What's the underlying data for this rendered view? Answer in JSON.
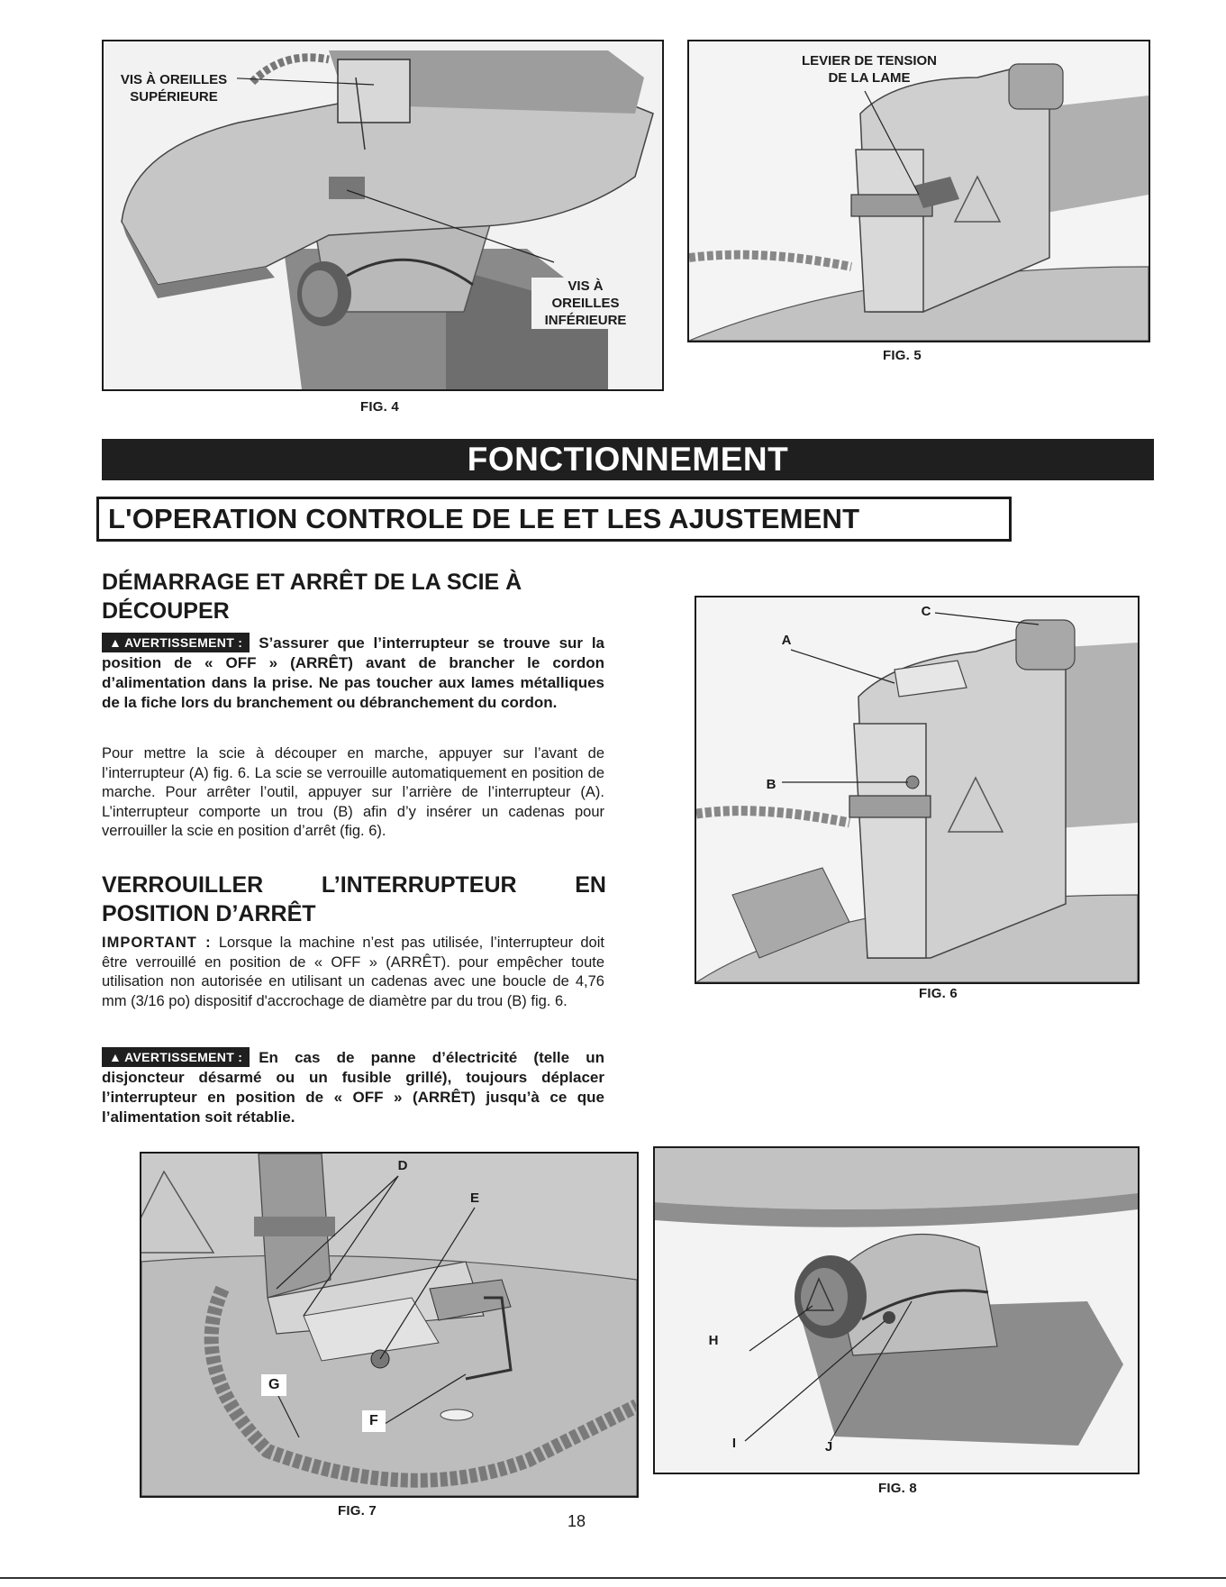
{
  "figures": {
    "fig4": {
      "caption": "FIG. 4",
      "label_upper": [
        "VIS À OREILLES",
        "SUPÉRIEURE"
      ],
      "label_lower": [
        "VIS À",
        "OREILLES",
        "INFÉRIEURE"
      ]
    },
    "fig5": {
      "caption": "FIG. 5",
      "label_lever": [
        "LEVIER DE TENSION",
        "DE LA LAME"
      ]
    },
    "fig6": {
      "caption": "FIG. 6",
      "labels": {
        "a": "A",
        "b": "B",
        "c": "C"
      }
    },
    "fig7": {
      "caption": "FIG. 7",
      "labels": {
        "d": "D",
        "e": "E",
        "f": "F",
        "g": "G"
      }
    },
    "fig8": {
      "caption": "FIG. 8",
      "labels": {
        "h": "H",
        "i": "I",
        "j": "J"
      }
    }
  },
  "banner": "FONCTIONNEMENT",
  "subbanner": "L'OPERATION CONTROLE DE LE ET LES AJUSTEMENT",
  "section1": {
    "heading_line1": "DÉMARRAGE ET ARRÊT DE LA SCIE À",
    "heading_line2": "DÉCOUPER",
    "warning_badge": "AVERTISSEMENT :",
    "warning_text": "S’assurer que l’interrupteur se trouve sur la position de « OFF » (ARRÊT) avant de brancher le cordon d’alimentation dans la prise. Ne pas toucher aux lames métalliques de la fiche lors du branchement ou débranchement du cordon.",
    "body": "Pour mettre la scie à découper en marche, appuyer sur l’avant de l’interrupteur (A) fig. 6. La scie se verrouille automatiquement en position de marche. Pour arrêter l’outil, appuyer sur l’arrière de l’interrupteur (A). L’interrupteur comporte un trou (B) afin d’y insérer un cadenas pour verrouiller la scie en position d’arrêt (fig. 6)."
  },
  "section2": {
    "heading_line1": "VERROUILLER L’INTERRUPTEUR EN",
    "heading_line2": "POSITION D’ARRÊT",
    "important_label": "IMPORTANT :",
    "important_text": "Lorsque la machine n’est pas utilisée, l’interrupteur doit être verrouillé en position de « OFF » (ARRÊT). pour empêcher toute utilisation non autorisée en utilisant un cadenas avec une boucle de 4,76 mm (3/16 po) dispositif d'accrochage de diamètre par du trou (B) fig. 6.",
    "warning_badge": "AVERTISSEMENT :",
    "warning_text": "En cas de panne d’électricité (telle un disjoncteur désarmé ou un fusible grillé), toujours déplacer l’interrupteur en position de « OFF » (ARRÊT) jusqu’à ce que l’alimentation soit rétablie."
  },
  "page_number": "18"
}
